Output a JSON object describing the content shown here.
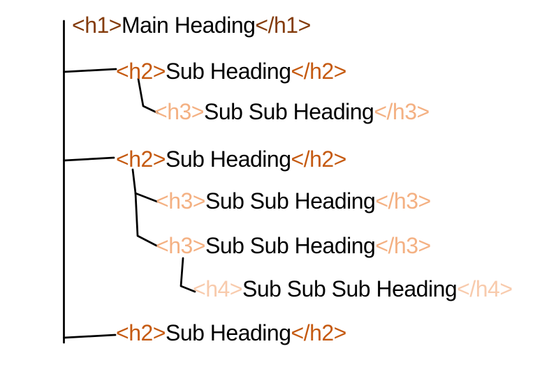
{
  "diagram": {
    "type": "tree",
    "description": "HTML heading tag hierarchy tree",
    "colors": {
      "h1": "#843C0C",
      "h2": "#C55A11",
      "h3": "#F4B183",
      "h4": "#F8CBAD",
      "text": "#000000",
      "line": "#000000"
    },
    "nodes": [
      {
        "tag": "h1",
        "level": 1,
        "open_tag": "<h1>",
        "text": "Main Heading",
        "close_tag": "</h1>",
        "parent": null
      },
      {
        "tag": "h2",
        "level": 2,
        "open_tag": "<h2>",
        "text": "Sub Heading",
        "close_tag": "</h2>",
        "parent": 0
      },
      {
        "tag": "h3",
        "level": 3,
        "open_tag": "<h3>",
        "text": "Sub Sub Heading",
        "close_tag": "</h3>",
        "parent": 1
      },
      {
        "tag": "h2",
        "level": 2,
        "open_tag": "<h2>",
        "text": "Sub Heading",
        "close_tag": "</h2>",
        "parent": 0
      },
      {
        "tag": "h3",
        "level": 3,
        "open_tag": "<h3>",
        "text": "Sub Sub Heading",
        "close_tag": "</h3>",
        "parent": 3
      },
      {
        "tag": "h3",
        "level": 3,
        "open_tag": "<h3>",
        "text": "Sub Sub Heading",
        "close_tag": "</h3>",
        "parent": 3
      },
      {
        "tag": "h4",
        "level": 4,
        "open_tag": "<h4>",
        "text": "Sub Sub Sub Heading",
        "close_tag": "</h4>",
        "parent": 5
      },
      {
        "tag": "h2",
        "level": 2,
        "open_tag": "<h2>",
        "text": "Sub Heading",
        "close_tag": "</h2>",
        "parent": 0
      }
    ]
  }
}
